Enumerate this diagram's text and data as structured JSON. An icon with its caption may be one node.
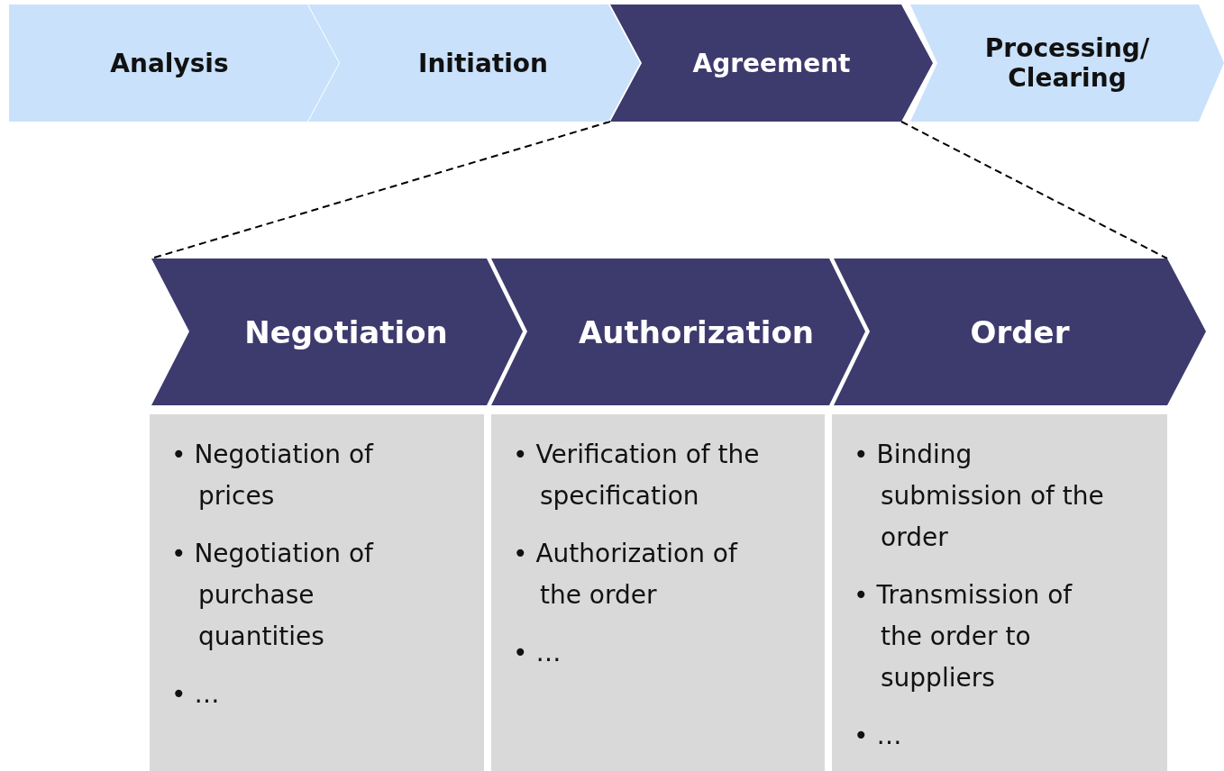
{
  "diagram": {
    "nodes": [
      {
        "text": [
          "Analysis"
        ]
      },
      {
        "text": [
          "Initiation"
        ]
      },
      {
        "text": [
          "Agreement"
        ]
      },
      {
        "text": [
          "Processing/ Clearing"
        ]
      },
      {
        "text": [
          "Negotiation"
        ]
      },
      {
        "text": [
          "Authorization"
        ]
      },
      {
        "text": [
          "Order"
        ]
      },
      {
        "text": [
          "• Negotiation of prices",
          "• Negotiation of purchase quantities",
          "• …"
        ]
      },
      {
        "text": [
          "• Verification of the specification",
          "• Authorization of the order",
          "• …"
        ]
      },
      {
        "text": [
          "• Binding submission of the order",
          "• Transmission of the order to suppliers",
          "• …"
        ]
      }
    ],
    "edges": [
      {
        "from": 2,
        "to": 4,
        "arrow": "none",
        "style": "dashed"
      },
      {
        "from": 2,
        "to": 6,
        "arrow": "none",
        "style": "dashed"
      }
    ]
  }
}
